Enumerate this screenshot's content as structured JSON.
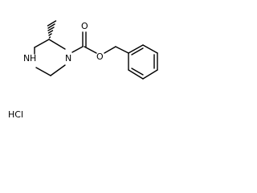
{
  "molecule": {
    "atoms": {
      "n_piperazine_4": "N",
      "h_on_n4": "H",
      "n_piperazine_1": "N",
      "o_carbonyl": "O",
      "o_ester": "O"
    },
    "salt": "HCl"
  },
  "colors": {
    "bond": "#000000",
    "label": "#000000",
    "background": "#ffffff"
  }
}
